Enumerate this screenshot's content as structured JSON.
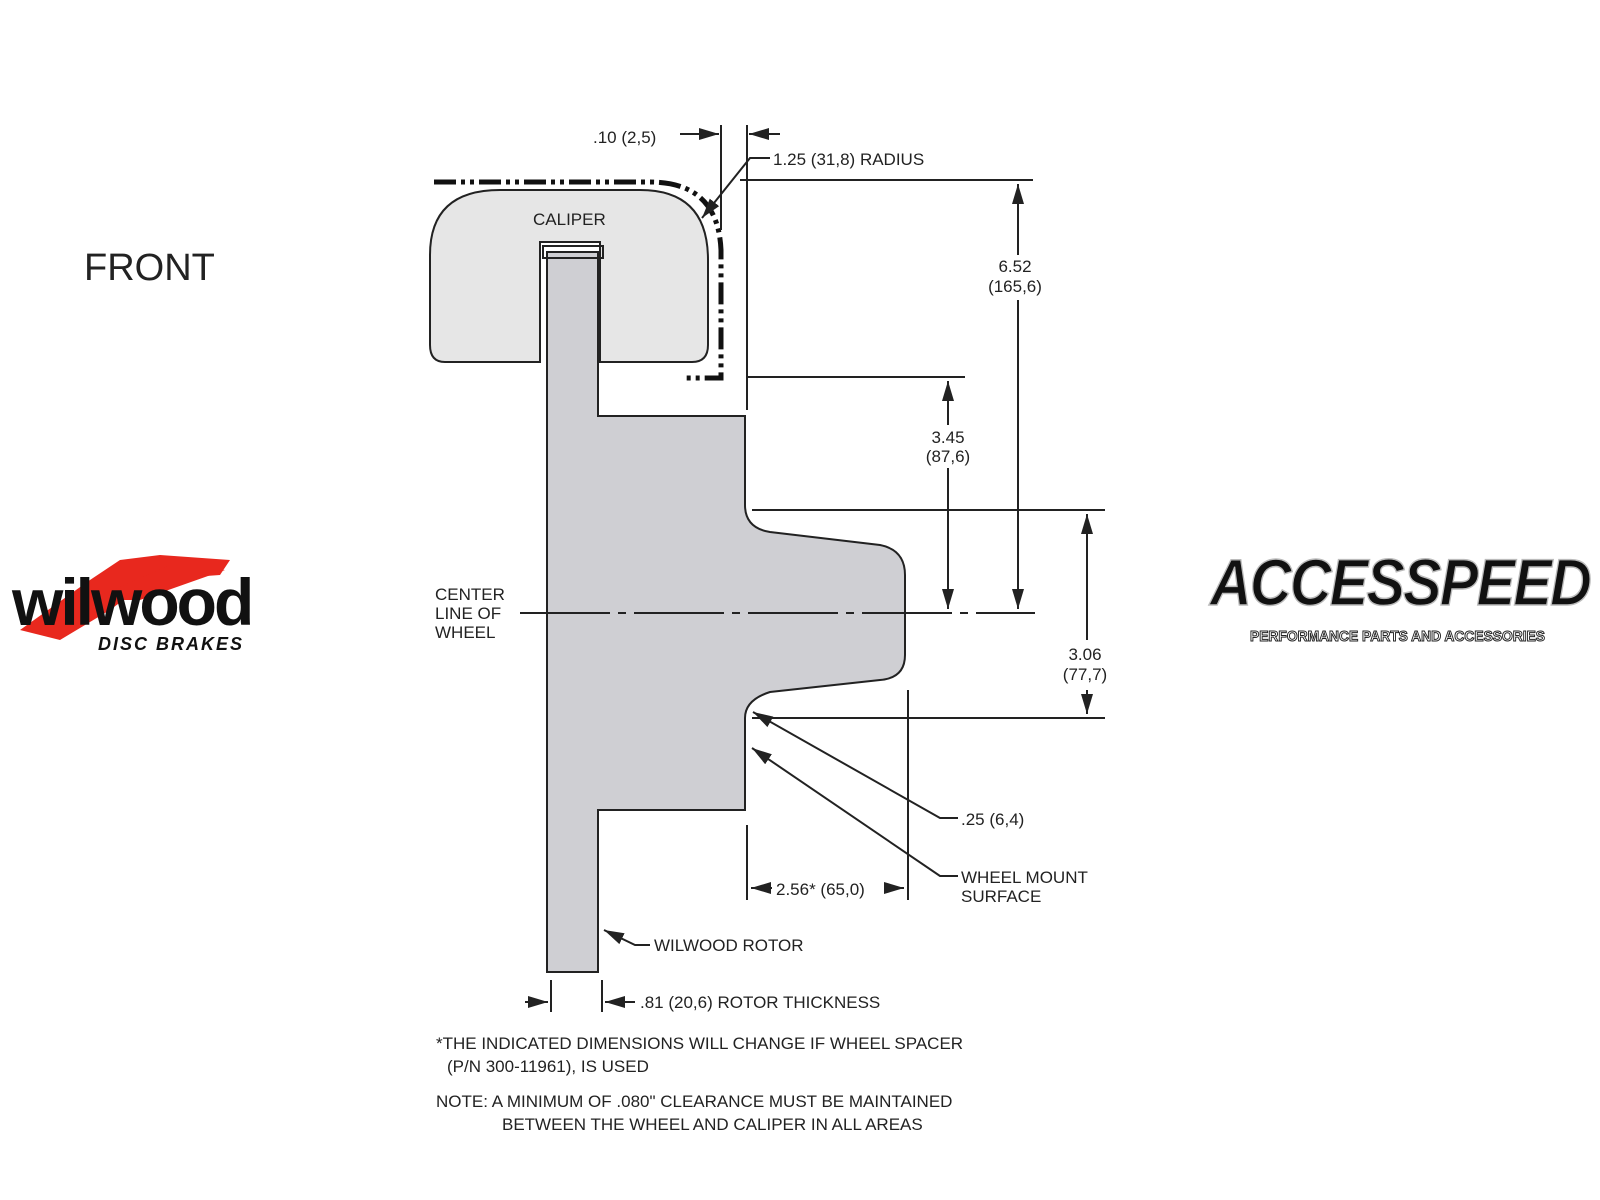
{
  "title": "FRONT",
  "labels": {
    "caliper": "CALIPER",
    "center_line": [
      "CENTER",
      "LINE OF",
      "WHEEL"
    ],
    "rotor": "WILWOOD ROTOR",
    "wheel_mount": [
      "WHEEL MOUNT",
      "SURFACE"
    ]
  },
  "dimensions": {
    "clearance": ".10 (2,5)",
    "radius": "1.25 (31,8) RADIUS",
    "height_total": [
      "6.52",
      "(165,6)"
    ],
    "height_hub": [
      "3.45",
      "(87,6)"
    ],
    "hub_dia": [
      "3.06",
      "(77,7)"
    ],
    "fillet": ".25 (6,4)",
    "offset": "2.56* (65,0)",
    "rotor_thickness": ".81 (20,6) ROTOR THICKNESS"
  },
  "notes": [
    "*THE INDICATED DIMENSIONS WILL CHANGE IF WHEEL SPACER",
    "(P/N 300-11961), IS USED",
    "NOTE: A MINIMUM OF .080\" CLEARANCE MUST BE MAINTAINED",
    "BETWEEN THE WHEEL AND CALIPER IN ALL AREAS"
  ],
  "logos": {
    "wilwood": "wilwood",
    "wilwood_sub": "DISC BRAKES",
    "accesspeed": "ACCESSPEED",
    "accesspeed_sub": "PERFORMANCE PARTS AND ACCESSORIES"
  },
  "colors": {
    "part_fill": "#cfcfd3",
    "caliper_fill": "#e6e6e6",
    "brand_red": "#e8281e"
  }
}
